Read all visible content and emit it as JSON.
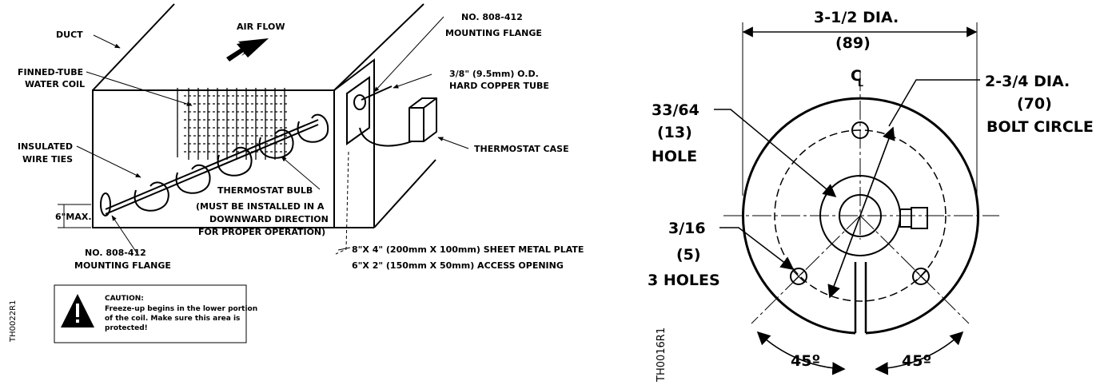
{
  "left_diagram": {
    "duct": "DUCT",
    "air_flow": "AIR FLOW",
    "finned_tube": [
      "FINNED-TUBE",
      "WATER COIL"
    ],
    "insulated": [
      "INSULATED",
      "WIRE TIES"
    ],
    "six_max": "6\"MAX.",
    "flange_bottom": [
      "NO. 808-412",
      "MOUNTING FLANGE"
    ],
    "flange_top": [
      "NO. 808-412",
      "MOUNTING FLANGE"
    ],
    "copper_tube": [
      "3/8\" (9.5mm) O.D.",
      "HARD COPPER TUBE"
    ],
    "thermostat_case": "THERMOSTAT CASE",
    "bulb": [
      "THERMOSTAT BULB",
      "(MUST BE INSTALLED IN A",
      "DOWNWARD DIRECTION",
      "FOR PROPER OPERATION)"
    ],
    "plate": [
      "8\"X 4\" (200mm X 100mm) SHEET METAL PLATE",
      "6\"X 2\" (150mm X 50mm) ACCESS OPENING"
    ],
    "caution_title": "CAUTION:",
    "caution_body": [
      "Freeze-up begins in the lower portion",
      "of the coil.  Make sure this area is",
      "protected!"
    ],
    "code": "TH0022R1"
  },
  "right_diagram": {
    "dia": [
      "3-1/2 DIA.",
      "(89)"
    ],
    "centerline": "C",
    "bolt": [
      "2-3/4 DIA.",
      "(70)",
      "BOLT CIRCLE"
    ],
    "hole": [
      "33/64",
      "(13)",
      "HOLE"
    ],
    "holes3": [
      "3/16",
      "(5)",
      "3 HOLES"
    ],
    "angle_left": "45º",
    "angle_right": "45º",
    "code": "TH0016R1"
  }
}
